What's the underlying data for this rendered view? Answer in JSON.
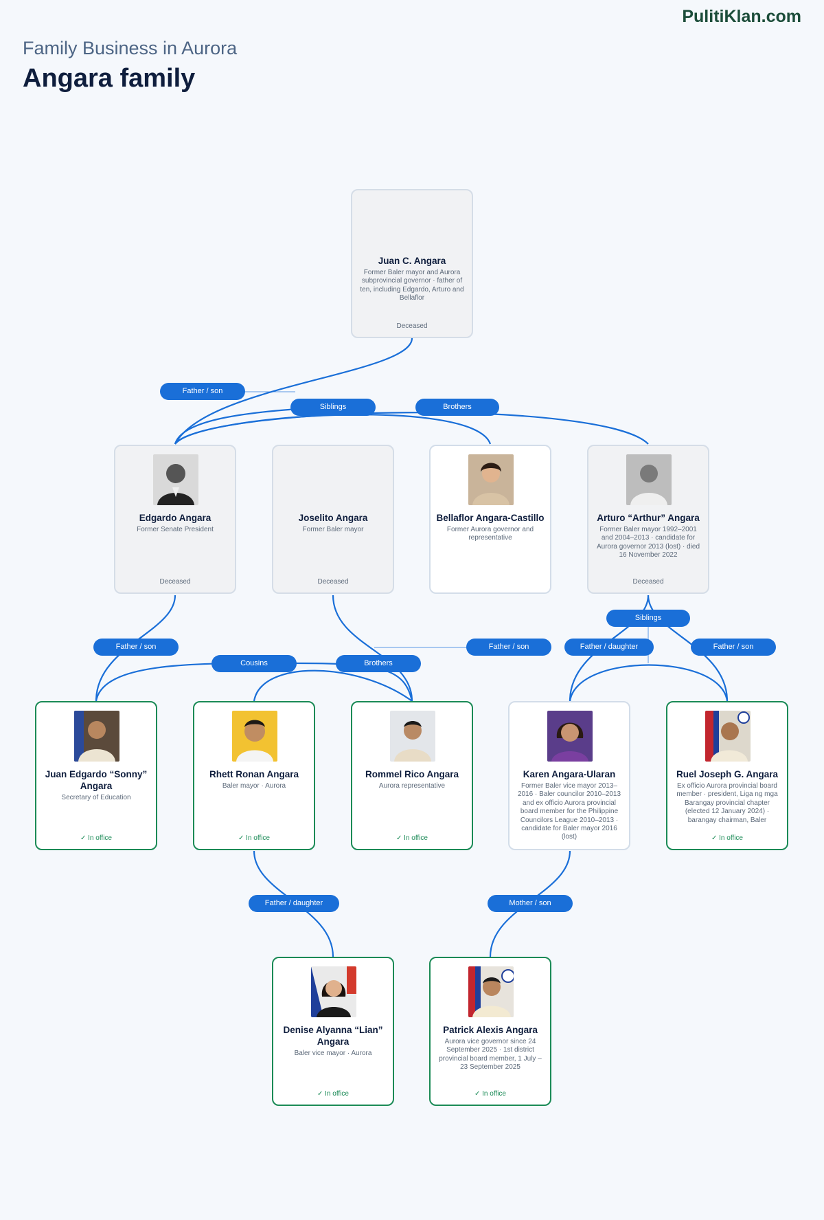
{
  "header": {
    "brand": "PulitiKlan.com",
    "subtitle": "Family Business in Aurora",
    "title": "Angara family"
  },
  "colors": {
    "accent": "#1a6fd8",
    "active_border": "#1a8a56",
    "deceased_bg": "#f1f2f4"
  },
  "people": [
    {
      "id": "juan",
      "name": "Juan C. Angara",
      "desc": "Former Baler mayor and Aurora subprovincial governor · father of ten, including Edgardo, Arturo and Bellaflor",
      "status": "Deceased",
      "has_photo": false
    },
    {
      "id": "edgardo",
      "name": "Edgardo Angara",
      "desc": "Former Senate President",
      "status": "Deceased",
      "has_photo": true
    },
    {
      "id": "joselito",
      "name": "Joselito Angara",
      "desc": "Former Baler mayor",
      "status": "Deceased",
      "has_photo": false
    },
    {
      "id": "bellaflor",
      "name": "Bellaflor Angara-Castillo",
      "desc": "Former Aurora governor and representative",
      "status": "",
      "has_photo": true
    },
    {
      "id": "arturo",
      "name": "Arturo “Arthur” Angara",
      "desc": "Former Baler mayor 1992–2001 and 2004–2013 · candidate for Aurora governor 2013 (lost) · died 16 November 2022",
      "status": "Deceased",
      "has_photo": true
    },
    {
      "id": "sonny",
      "name": "Juan Edgardo “Sonny” Angara",
      "desc": "Secretary of Education",
      "status": "✓ In office",
      "has_photo": true
    },
    {
      "id": "rhett",
      "name": "Rhett Ronan Angara",
      "desc": "Baler mayor · Aurora",
      "status": "✓ In office",
      "has_photo": true
    },
    {
      "id": "rommel",
      "name": "Rommel Rico Angara",
      "desc": "Aurora representative",
      "status": "✓ In office",
      "has_photo": true
    },
    {
      "id": "karen",
      "name": "Karen Angara-Ularan",
      "desc": "Former Baler vice mayor 2013–2016 · Baler councilor 2010–2013 and ex officio Aurora provincial board member for the Philippine Councilors League 2010–2013 · candidate for Baler mayor 2016 (lost)",
      "status": "",
      "has_photo": true
    },
    {
      "id": "ruel",
      "name": "Ruel Joseph G. Angara",
      "desc": "Ex officio Aurora provincial board member · president, Liga ng mga Barangay provincial chapter (elected 12 January 2024) · barangay chairman, Baler",
      "status": "✓ In office",
      "has_photo": true
    },
    {
      "id": "lian",
      "name": "Denise Alyanna “Lian” Angara",
      "desc": "Baler vice mayor · Aurora",
      "status": "✓ In office",
      "has_photo": true
    },
    {
      "id": "patrick",
      "name": "Patrick Alexis Angara",
      "desc": "Aurora vice governor since 24 September 2025 · 1st district provincial board member, 1 July – 23 September 2025",
      "status": "✓ In office",
      "has_photo": true
    }
  ],
  "relations": [
    {
      "id": "r1",
      "label": "Father / son"
    },
    {
      "id": "r2",
      "label": "Siblings"
    },
    {
      "id": "r3",
      "label": "Brothers"
    },
    {
      "id": "r4",
      "label": "Father / son"
    },
    {
      "id": "r5",
      "label": "Father / son"
    },
    {
      "id": "r6",
      "label": "Siblings"
    },
    {
      "id": "r7",
      "label": "Father / daughter"
    },
    {
      "id": "r8",
      "label": "Father / son"
    },
    {
      "id": "r9",
      "label": "Cousins"
    },
    {
      "id": "r10",
      "label": "Brothers"
    },
    {
      "id": "r11",
      "label": "Father / daughter"
    },
    {
      "id": "r12",
      "label": "Mother / son"
    }
  ]
}
